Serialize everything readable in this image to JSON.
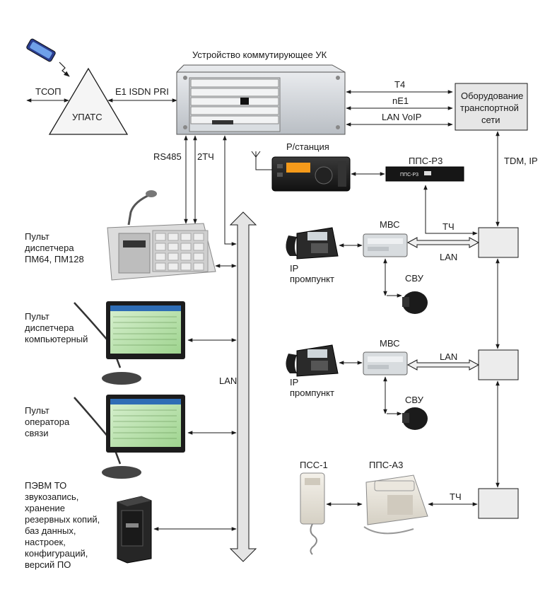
{
  "top": {
    "switch_label": "Устройство коммутирующее УК",
    "upats": "УПАТС",
    "tsop": "ТСОП",
    "e1_isdn": "E1 ISDN PRI",
    "t4": "Т4",
    "ne1": "nE1",
    "lan_voip": "LAN VoIP",
    "transport_line1": "Оборудование",
    "transport_line2": "транспортной",
    "transport_line3": "сети",
    "tdm_ip": "TDM, IP",
    "rs485": "RS485",
    "tch_2": "2ТЧ"
  },
  "radio": {
    "station_label": "Р/станция",
    "pps_r3_label": "ППС-Р3",
    "pps_r3_device_text": "ППС-Р3"
  },
  "left": {
    "console_pm": [
      "Пульт",
      "диспетчера",
      "ПМ64, ПМ128"
    ],
    "console_pc": [
      "Пульт",
      "диспетчера",
      "компьютерный"
    ],
    "console_op": [
      "Пульт",
      "оператора",
      "связи"
    ],
    "pc": [
      "ПЭВМ ТО",
      "звукозапись,",
      "хранение",
      "резервных копий,",
      "баз данных,",
      "настроек,",
      "конфигураций,",
      "версий ПО"
    ]
  },
  "bus": {
    "lan_label": "LAN"
  },
  "right": {
    "mvs1": "МВС",
    "mvs2": "МВС",
    "ip1": [
      "IP",
      "промпункт"
    ],
    "ip2": [
      "IP",
      "промпункт"
    ],
    "svu1": "СВУ",
    "svu2": "СВУ",
    "lan1": "LAN",
    "lan2": "LAN",
    "tch1": "ТЧ",
    "tch3": "ТЧ",
    "pss1": "ПСС-1",
    "pps_a3": "ППС-А3"
  }
}
